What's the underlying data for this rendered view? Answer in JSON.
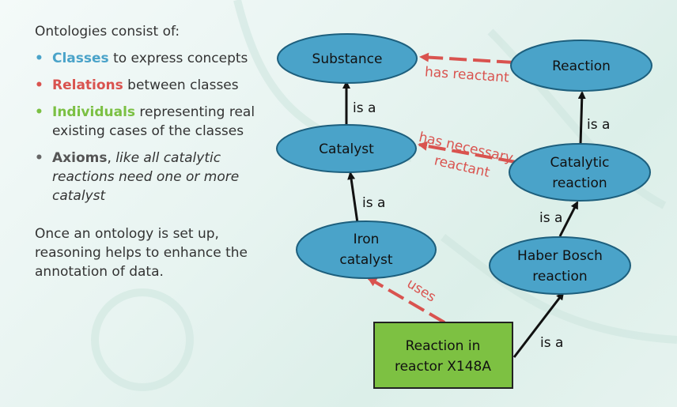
{
  "left_panel": {
    "intro": "Ontologies consist of:",
    "bullets": [
      {
        "keyword": "Classes",
        "text": " to express concepts"
      },
      {
        "keyword": "Relations",
        "text": " between classes"
      },
      {
        "keyword": "Individuals",
        "text": " representing real existing cases of the classes"
      },
      {
        "keyword": "Axioms",
        "sep": ", ",
        "text": "like all catalytic reactions need one or more catalyst"
      }
    ],
    "outro": "Once an ontology is set up, reasoning helps to enhance the annotation of data."
  },
  "diagram": {
    "nodes": {
      "substance": "Substance",
      "reaction": "Reaction",
      "catalyst": "Catalyst",
      "catalytic_reaction": [
        "Catalytic",
        "reaction"
      ],
      "iron_catalyst": [
        "Iron",
        "catalyst"
      ],
      "haber_bosch": [
        "Haber Bosch",
        "reaction"
      ],
      "individual": [
        "Reaction in",
        "reactor X148A"
      ]
    },
    "edge_labels": {
      "is_a": "is a",
      "has_reactant": "has reactant",
      "has_necessary_reactant": [
        "has necessary",
        "reactant"
      ],
      "uses": "uses"
    },
    "colors": {
      "class_fill": "#4aa3c9",
      "class_stroke": "#1d5f7d",
      "individual_fill": "#7dc142",
      "relation": "#d9534f",
      "isa": "#111111"
    }
  }
}
